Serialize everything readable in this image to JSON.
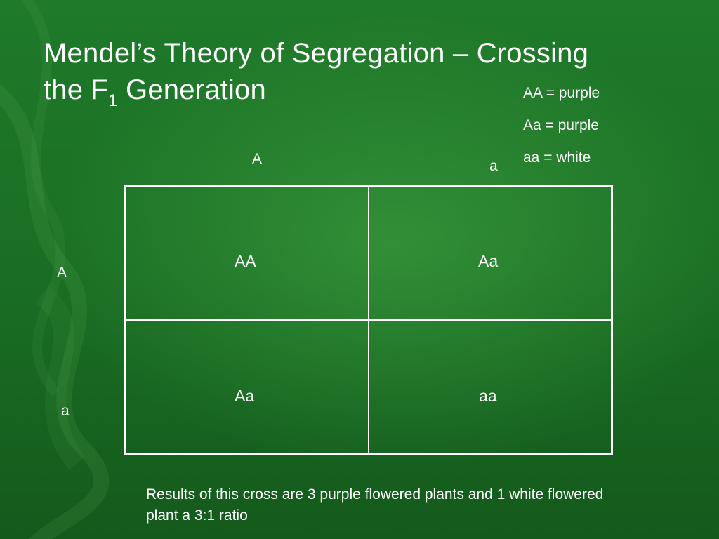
{
  "slide": {
    "title_main": "Mendel’s Theory of Segregation – Crossing",
    "title_line2_prefix": "the F",
    "title_subscript": "1",
    "title_line2_suffix": " Generation"
  },
  "legend": [
    {
      "text": "AA = purple"
    },
    {
      "text": "Aa = purple"
    },
    {
      "text": "aa = white"
    }
  ],
  "punnett": {
    "top_alleles": [
      "A",
      "a"
    ],
    "side_alleles": [
      "A",
      "a"
    ],
    "cells": [
      [
        "AA",
        "Aa"
      ],
      [
        "Aa",
        "aa"
      ]
    ]
  },
  "results_text": "Results of this cross are 3 purple flowered plants and 1 white flowered plant a 3:1 ratio",
  "colors": {
    "background": "#1a6e24",
    "text": "#ffffff"
  }
}
